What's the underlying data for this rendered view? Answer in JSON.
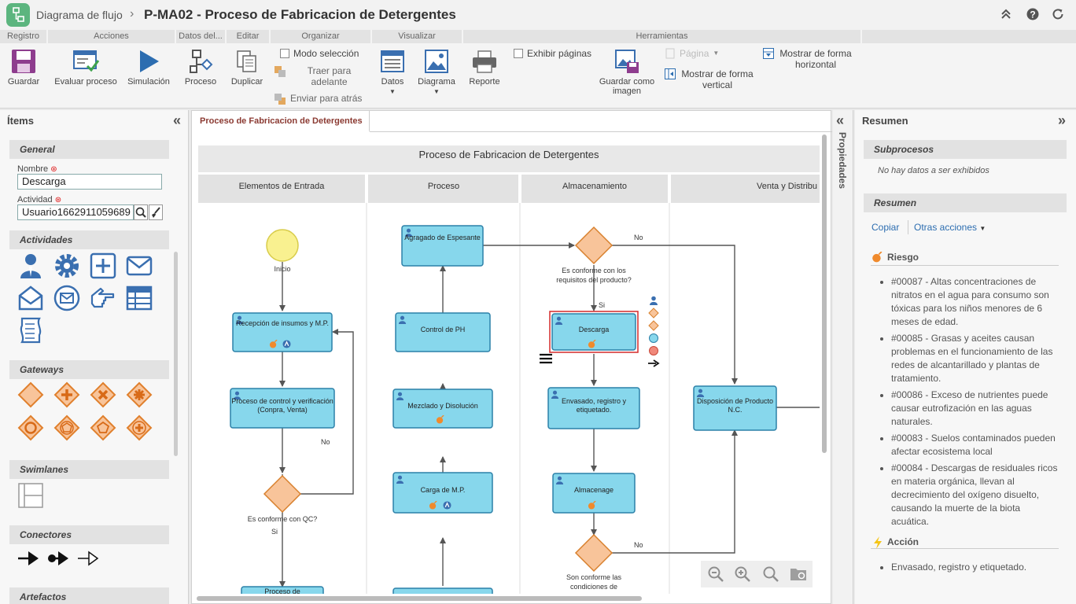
{
  "header": {
    "breadcrumb": "Diagrama de flujo",
    "separator": "›",
    "title": "P-MA02 - Proceso de Fabricacion de Detergentes"
  },
  "ribbon": {
    "groups": [
      "Registro",
      "Acciones",
      "Datos del...",
      "Editar",
      "Organizar",
      "Visualizar",
      "Herramientas"
    ],
    "guardar": "Guardar",
    "evaluar": "Evaluar proceso",
    "simulacion": "Simulación",
    "proceso": "Proceso",
    "duplicar": "Duplicar",
    "modo_seleccion": "Modo selección",
    "traer": "Traer para adelante",
    "enviar": "Enviar para atrás",
    "datos": "Datos",
    "diagrama": "Diagrama",
    "reporte": "Reporte",
    "exhibir": "Exhibir páginas",
    "guardar_imagen": "Guardar como imagen",
    "pagina": "Página",
    "horizontal": "Mostrar de forma horizontal",
    "vertical": "Mostrar de forma vertical"
  },
  "left_panel": {
    "title": "Ítems",
    "general": "General",
    "nombre_label": "Nombre",
    "nombre_value": "Descarga",
    "actividad_label": "Actividad",
    "actividad_value": "Usuario1662911059689 -",
    "actividades": "Actividades",
    "gateways": "Gateways",
    "swimlanes": "Swimlanes",
    "conectores": "Conectores",
    "artefactos": "Artefactos"
  },
  "canvas": {
    "tab": "Proceso de Fabricacion de Detergentes",
    "pool_title": "Proceso de Fabricacion de Detergentes",
    "lanes": [
      "Elementos de Entrada",
      "Proceso",
      "Almacenamiento",
      "Venta y Distribu"
    ],
    "start_label": "Inicio",
    "tasks": {
      "recepcion": "Recepción de insumos y M.P.",
      "control_verif": "Proceso de control y verificación (Conpra, Venta)",
      "agregado": "Agragado de Espesante",
      "control_ph": "Control de PH",
      "mezclado": "Mezclado y Disolución",
      "carga": "Carga de M.P.",
      "descarga": "Descarga",
      "envasado": "Envasado, registro y etiquetado.",
      "almacenaje": "Almacenage",
      "disposicion": "Disposición de Producto N.C.",
      "proceso_de": "Proceso de"
    },
    "gateways": {
      "qc": "Es conforme con QC?",
      "req": "Es conforme con los requisitos del producto?",
      "cond": "Son conforme las condiciones de"
    },
    "flow_labels": {
      "no": "No",
      "si": "Si"
    }
  },
  "properties_label": "Propiedades",
  "right_panel": {
    "title": "Resumen",
    "subprocesos": "Subprocesos",
    "no_data": "No hay datos a ser exhibidos",
    "resumen": "Resumen",
    "copiar": "Copiar",
    "otras": "Otras acciones",
    "riesgo": "Riesgo",
    "risks": [
      "#00087 - Altas concentraciones de nitratos en el agua para consumo son tóxicas para los niños menores de 6 meses de edad.",
      "#00085 - Grasas y aceites causan problemas en el funcionamiento de las redes de alcantarillado y plantas de tratamiento.",
      "#00086 - Exceso de nutrientes puede causar eutrofización en las aguas naturales.",
      "#00083 - Suelos contaminados pueden afectar ecosistema local",
      "#00084 - Descargas de residuales ricos en materia orgánica, llevan al decrecimiento del oxígeno disuelto, causando la muerte de la biota acuática."
    ],
    "accion": "Acción",
    "actions": [
      "Envasado, registro y etiquetado."
    ]
  },
  "colors": {
    "accent": "#2c6db0",
    "task": "#87d7ec",
    "gateway": "#f8c49a",
    "start": "#f9f190",
    "risk": "#f08a2c"
  }
}
